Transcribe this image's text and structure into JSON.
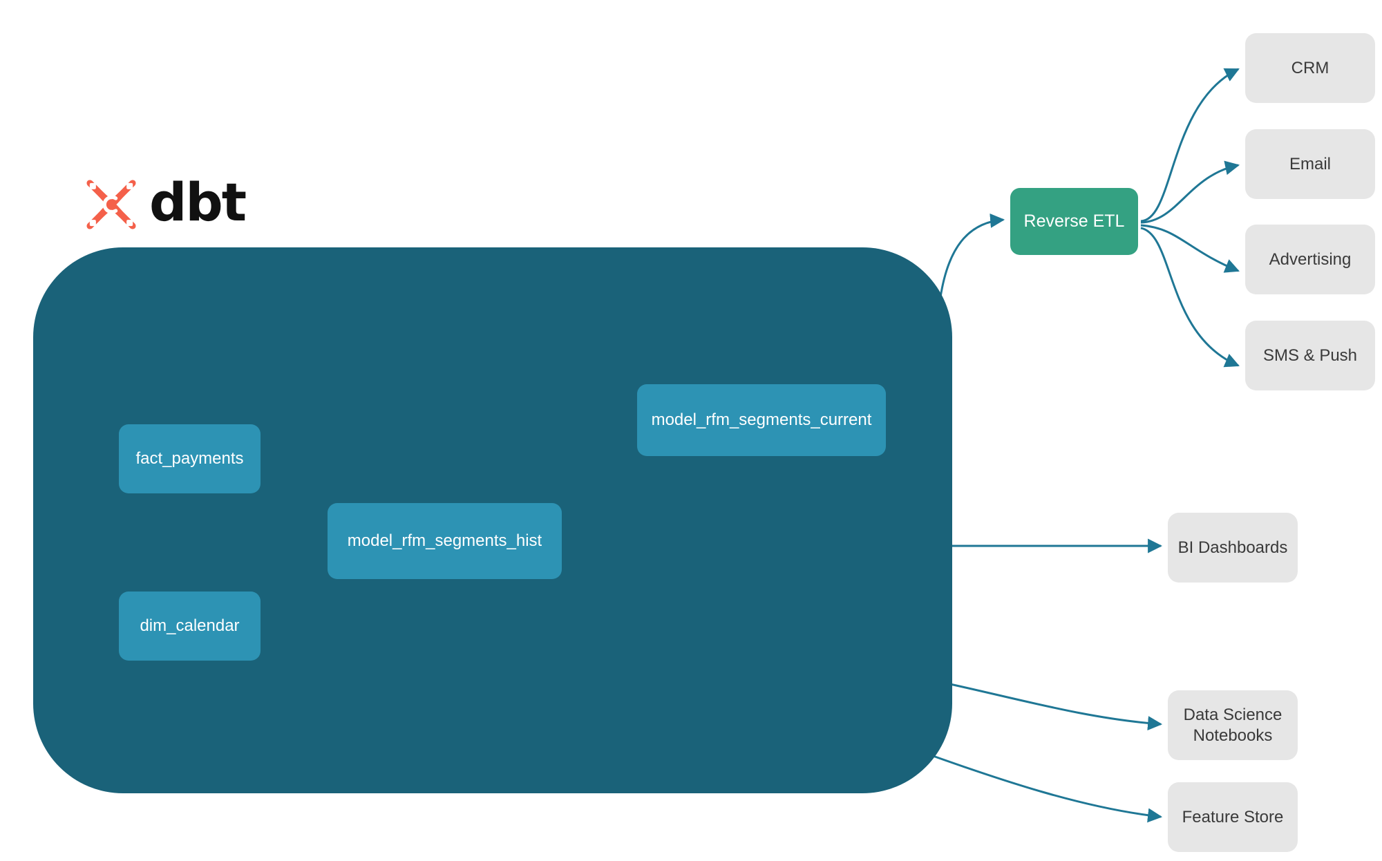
{
  "diagram": {
    "title": "dbt RFM segmentation lineage and downstream activation",
    "type": "flow-diagram"
  },
  "brand": {
    "logo_name": "dbt-logo",
    "logo_text": "dbt",
    "logo_color": "#F4604A"
  },
  "colors": {
    "project_container": "#1A6279",
    "model_node": "#2D93B4",
    "tool_node": "#34A182",
    "destination_node": "#E6E6E6",
    "edge": "#1F7795",
    "inner_edge": "#2D93B4",
    "node_text_light": "#FFFFFF",
    "node_text_dark": "#3A3A3A",
    "background": "#FFFFFF"
  },
  "project": {
    "name": "dbt-project-container",
    "models": [
      {
        "id": "fact_payments",
        "label": "fact_payments"
      },
      {
        "id": "dim_calendar",
        "label": "dim_calendar"
      },
      {
        "id": "model_rfm_segments_hist",
        "label": "model_rfm_segments_hist"
      },
      {
        "id": "model_rfm_segments_current",
        "label": "model_rfm_segments_current"
      }
    ]
  },
  "tools": [
    {
      "id": "reverse_etl",
      "label": "Reverse ETL"
    }
  ],
  "destinations": {
    "activation": [
      {
        "id": "crm",
        "label": "CRM"
      },
      {
        "id": "email",
        "label": "Email"
      },
      {
        "id": "advertising",
        "label": "Advertising"
      },
      {
        "id": "sms_push",
        "label": "SMS & Push"
      }
    ],
    "analytics": [
      {
        "id": "bi_dashboards",
        "label": "BI Dashboards"
      },
      {
        "id": "ds_notebooks",
        "label": "Data Science Notebooks",
        "line1": "Data Science",
        "line2": "Notebooks"
      },
      {
        "id": "feature_store",
        "label": "Feature Store"
      }
    ]
  },
  "edges": [
    {
      "from": "fact_payments",
      "to": "model_rfm_segments_hist",
      "style": "inner"
    },
    {
      "from": "dim_calendar",
      "to": "model_rfm_segments_hist",
      "style": "inner"
    },
    {
      "from": "model_rfm_segments_hist",
      "to": "model_rfm_segments_current",
      "style": "inner"
    },
    {
      "from": "model_rfm_segments_current",
      "to": "reverse_etl",
      "style": "outer"
    },
    {
      "from": "reverse_etl",
      "to": "crm",
      "style": "outer"
    },
    {
      "from": "reverse_etl",
      "to": "email",
      "style": "outer"
    },
    {
      "from": "reverse_etl",
      "to": "advertising",
      "style": "outer"
    },
    {
      "from": "reverse_etl",
      "to": "sms_push",
      "style": "outer"
    },
    {
      "from": "model_rfm_segments_hist",
      "to": "bi_dashboards",
      "style": "outer"
    },
    {
      "from": "model_rfm_segments_hist",
      "to": "ds_notebooks",
      "style": "outer"
    },
    {
      "from": "model_rfm_segments_hist",
      "to": "feature_store",
      "style": "outer"
    }
  ]
}
